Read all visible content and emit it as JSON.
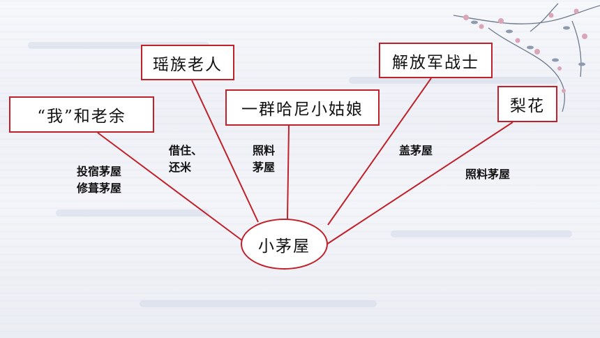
{
  "center": "小茅屋",
  "nodes": [
    {
      "id": "wo",
      "label": "“我”和老余"
    },
    {
      "id": "yao",
      "label": "瑶族老人"
    },
    {
      "id": "girl",
      "label": "一群哈尼小姑娘"
    },
    {
      "id": "soldier",
      "label": "解放军战士"
    },
    {
      "id": "lihua",
      "label": "梨花"
    }
  ],
  "edge_labels": [
    "投宿茅屋\n修葺茅屋",
    "借住、\n还米",
    "照料\n茅屋",
    "盖茅屋",
    "照料茅屋"
  ],
  "colors": {
    "border": "#c0202a",
    "text": "#111111"
  }
}
